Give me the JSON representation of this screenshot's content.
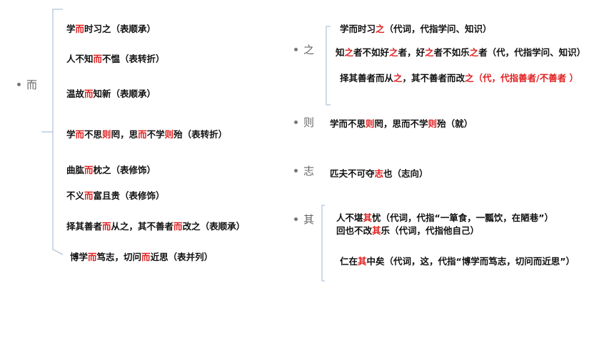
{
  "colors": {
    "highlight": "#e02020",
    "text": "#111111",
    "node": "#666666",
    "bracket": "#9db4cc"
  },
  "groups": [
    {
      "node": "而",
      "items": [
        {
          "parts": [
            {
              "t": "学"
            },
            {
              "t": "而",
              "hl": true
            },
            {
              "t": "时习之（表顺承）"
            }
          ]
        },
        {
          "parts": [
            {
              "t": "人不知"
            },
            {
              "t": "而",
              "hl": true
            },
            {
              "t": "不愠（表转折）"
            }
          ]
        },
        {
          "parts": [
            {
              "t": "温故"
            },
            {
              "t": "而",
              "hl": true
            },
            {
              "t": "知新（表顺承）"
            }
          ]
        },
        {
          "parts": [
            {
              "t": "学"
            },
            {
              "t": "而",
              "hl": true
            },
            {
              "t": "不思"
            },
            {
              "t": "则",
              "hl": true
            },
            {
              "t": "罔，思"
            },
            {
              "t": "而",
              "hl": true
            },
            {
              "t": "不学"
            },
            {
              "t": "则",
              "hl": true
            },
            {
              "t": "殆（表转折）"
            }
          ]
        },
        {
          "parts": [
            {
              "t": "曲肱"
            },
            {
              "t": "而",
              "hl": true
            },
            {
              "t": "枕之（表修饰）"
            }
          ]
        },
        {
          "parts": [
            {
              "t": "不义"
            },
            {
              "t": "而",
              "hl": true
            },
            {
              "t": "富且贵（表修饰）"
            }
          ]
        },
        {
          "parts": [
            {
              "t": "择其善者"
            },
            {
              "t": "而",
              "hl": true
            },
            {
              "t": "从之，其不善者"
            },
            {
              "t": "而",
              "hl": true
            },
            {
              "t": "改之（表顺承）"
            }
          ]
        },
        {
          "parts": [
            {
              "t": "博学"
            },
            {
              "t": "而",
              "hl": true
            },
            {
              "t": "笃志，切问"
            },
            {
              "t": "而",
              "hl": true
            },
            {
              "t": "近思（表并列）"
            }
          ]
        }
      ]
    },
    {
      "node": "之",
      "items": [
        {
          "parts": [
            {
              "t": "学而时习"
            },
            {
              "t": "之",
              "hl": true
            },
            {
              "t": "（代词，代指学问、知识）"
            }
          ]
        },
        {
          "parts": [
            {
              "t": "知"
            },
            {
              "t": "之",
              "hl": true
            },
            {
              "t": "者不如好"
            },
            {
              "t": "之",
              "hl": true
            },
            {
              "t": "者，好"
            },
            {
              "t": "之",
              "hl": true
            },
            {
              "t": "者不如乐"
            },
            {
              "t": "之",
              "hl": true
            },
            {
              "t": "者（代，代指学问、知识）"
            }
          ]
        },
        {
          "parts": [
            {
              "t": "择其善者而从"
            },
            {
              "t": "之",
              "hl": true
            },
            {
              "t": "，其不善者而改"
            },
            {
              "t": "之（代，代指善者/不善者 ）",
              "hl": true
            }
          ]
        }
      ]
    },
    {
      "node": "则",
      "items": [
        {
          "parts": [
            {
              "t": "学而不思"
            },
            {
              "t": "则",
              "hl": true
            },
            {
              "t": "罔，思而不学"
            },
            {
              "t": "则",
              "hl": true
            },
            {
              "t": "殆（就）"
            }
          ]
        }
      ]
    },
    {
      "node": "志",
      "items": [
        {
          "parts": [
            {
              "t": "匹夫不可夺"
            },
            {
              "t": "志",
              "hl": true
            },
            {
              "t": "也（志向）"
            }
          ]
        }
      ]
    },
    {
      "node": "其",
      "items": [
        {
          "parts": [
            {
              "t": "人不堪"
            },
            {
              "t": "其",
              "hl": true
            },
            {
              "t": "忧（代词，代指“一箪食，一瓢饮，在陋巷”）"
            }
          ]
        },
        {
          "parts": [
            {
              "t": "回也不改"
            },
            {
              "t": "其",
              "hl": true
            },
            {
              "t": "乐（代词，代指他自己）"
            }
          ]
        },
        {
          "parts": [
            {
              "t": "仁在"
            },
            {
              "t": "其",
              "hl": true
            },
            {
              "t": "中矣（代词，这，代指“博学而笃志，切问而近思”）"
            }
          ]
        }
      ]
    }
  ]
}
